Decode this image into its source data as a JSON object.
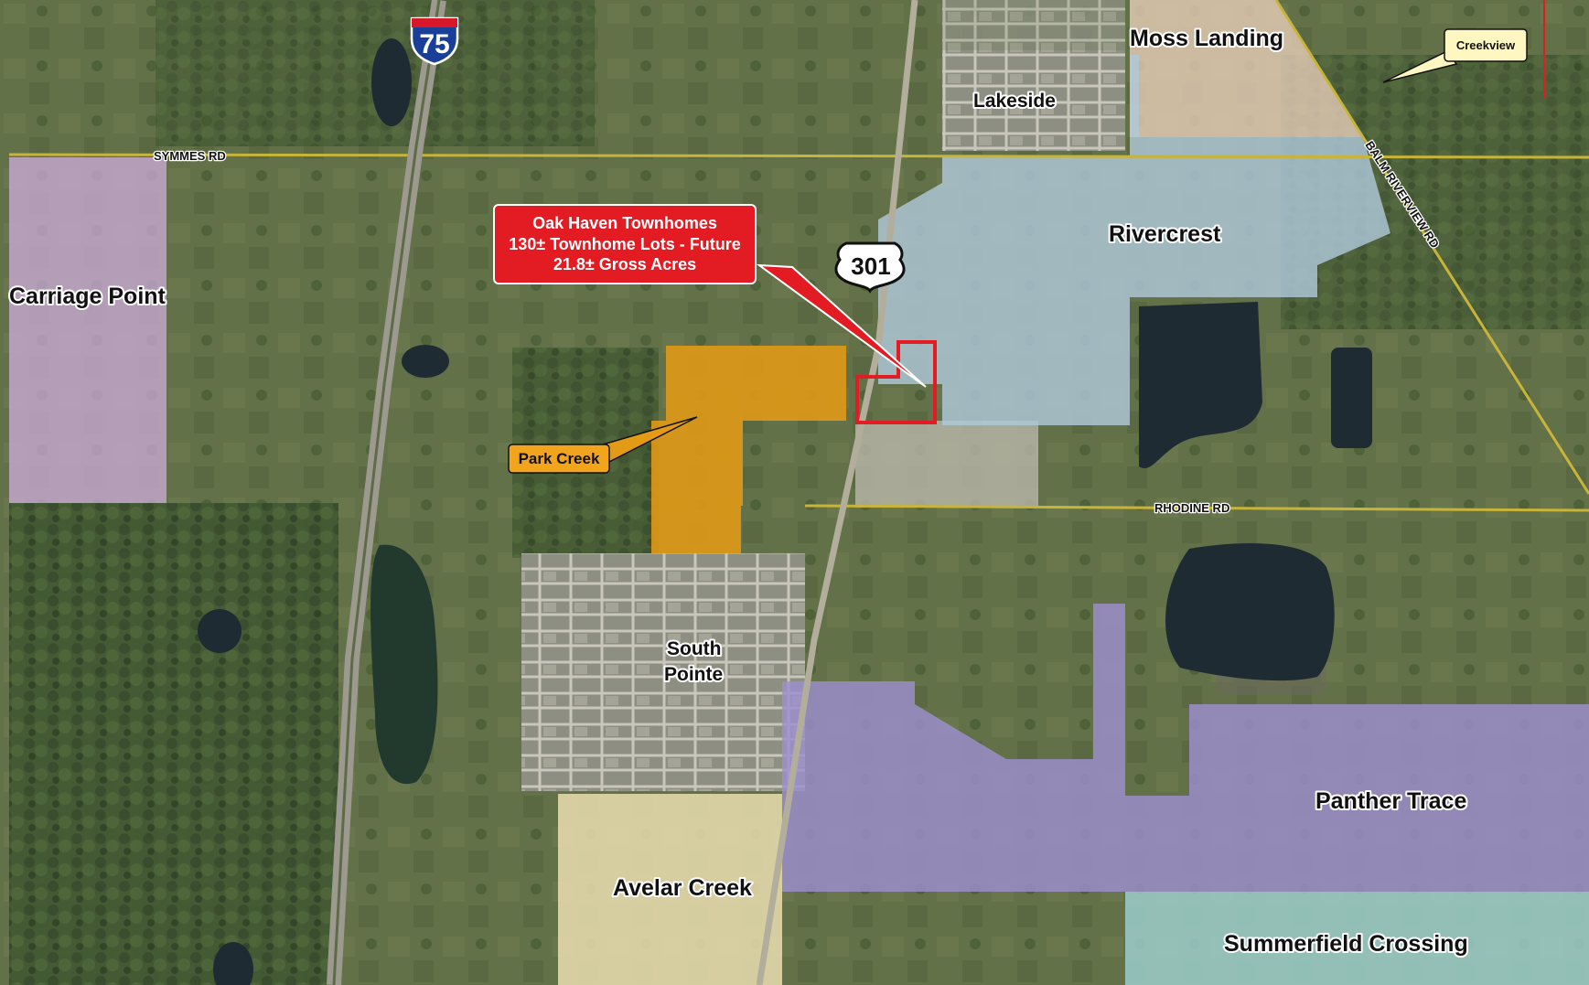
{
  "map": {
    "colors": {
      "park_creek": "#e39a14",
      "subject_site": "#e31b23",
      "callout_red": "#e31b23",
      "road_line": "#c8b43a",
      "water": "#1f2b33",
      "carriage_point": "#c9a9d6",
      "moss_landing": "#e6cdb8",
      "rivercrest": "#aec8d9",
      "panther_trace": "#9d8fd0",
      "summerfield": "#9ed1d0",
      "avelar_creek": "#efe3b4"
    },
    "communities": {
      "moss_landing": "Moss Landing",
      "lakeside": "Lakeside",
      "rivercrest": "Rivercrest",
      "carriage_point": "Carriage Point",
      "south_pointe_line1": "South",
      "south_pointe_line2": "Pointe",
      "panther_trace": "Panther Trace",
      "avelar_creek": "Avelar Creek",
      "summerfield_crossing": "Summerfield Crossing"
    },
    "roads": {
      "symmes": "SYMMES RD",
      "rhodine": "RHODINE RD",
      "balm_riverview": "BALM RIVERVIEW RD",
      "i75": "75",
      "us301": "301"
    },
    "callout": {
      "line1": "Oak Haven Townhomes",
      "line2": "130± Townhome Lots - Future",
      "line3": "21.8± Gross Acres"
    },
    "tags": {
      "park_creek": "Park Creek",
      "creekview": "Creekview"
    }
  }
}
